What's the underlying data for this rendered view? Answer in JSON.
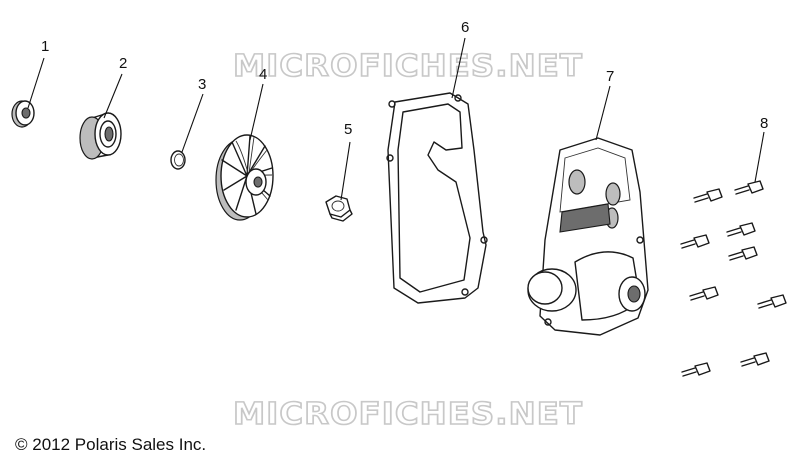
{
  "watermarks": [
    "MICROFICHES.NET",
    "MICROFICHES.NET"
  ],
  "callouts": [
    "1",
    "2",
    "3",
    "4",
    "5",
    "6",
    "7",
    "8"
  ],
  "copyright": "© 2012 Polaris Sales Inc."
}
